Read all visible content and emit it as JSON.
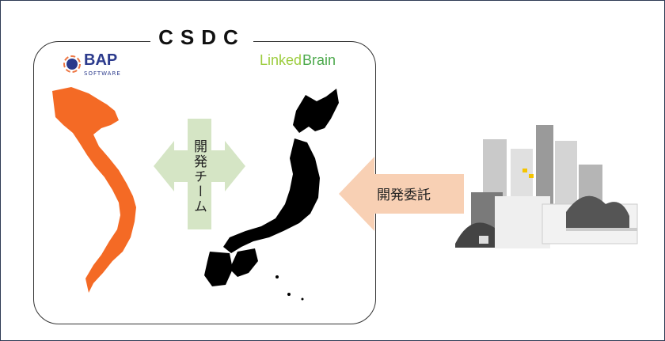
{
  "title": "CSDC",
  "logos": {
    "left_name": "BAP",
    "left_sub": "SOFTWARE",
    "right_part1": "Linked",
    "right_part2": "Brain"
  },
  "cross_arrow_label": "開発チーム",
  "left_arrow_label": "開発委託",
  "colors": {
    "vietnam": "#f46a25",
    "japan": "#000000",
    "cross_arrow": "#d5e5c5",
    "left_arrow": "#f8d0b4",
    "frame": "#2f3b55"
  }
}
